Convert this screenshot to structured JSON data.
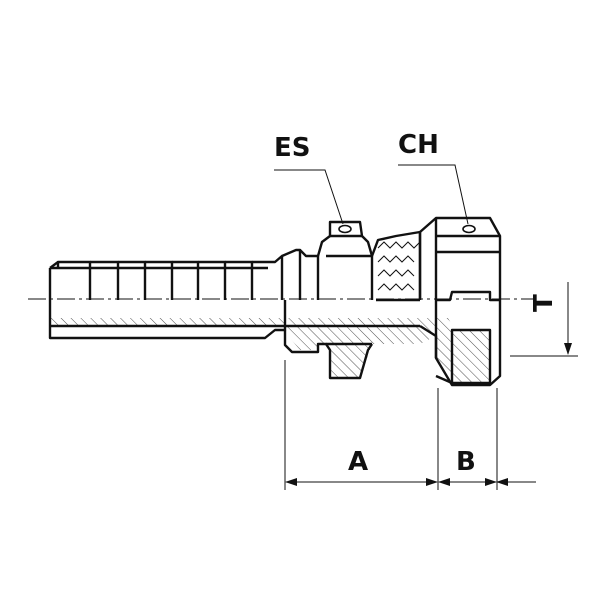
{
  "labels": {
    "es": "ES",
    "ch": "CH",
    "t": "T",
    "a": "A",
    "b": "B"
  },
  "colors": {
    "line": "#111111",
    "background": "#ffffff"
  }
}
